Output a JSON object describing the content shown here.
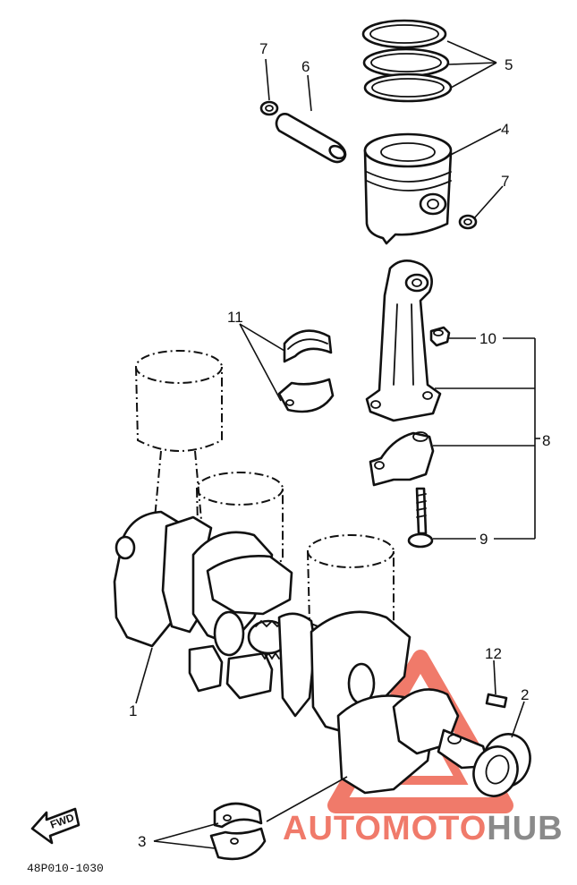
{
  "callouts": [
    {
      "id": "1",
      "label": "1"
    },
    {
      "id": "2",
      "label": "2"
    },
    {
      "id": "3",
      "label": "3"
    },
    {
      "id": "4",
      "label": "4"
    },
    {
      "id": "5",
      "label": "5"
    },
    {
      "id": "6",
      "label": "6"
    },
    {
      "id": "7a",
      "label": "7"
    },
    {
      "id": "7b",
      "label": "7"
    },
    {
      "id": "8",
      "label": "8"
    },
    {
      "id": "9",
      "label": "9"
    },
    {
      "id": "10",
      "label": "10"
    },
    {
      "id": "11",
      "label": "11"
    },
    {
      "id": "12",
      "label": "12"
    }
  ],
  "diagram_code": "48P010-1030",
  "fwd_label": "FWD",
  "watermark": {
    "part1": "AUTOMOTO",
    "part2": "HUB",
    "color_red": "#f07a6a",
    "color_grey": "#8a8a8a"
  }
}
